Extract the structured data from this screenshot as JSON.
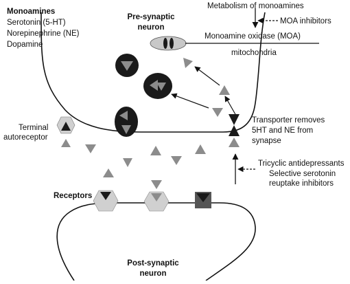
{
  "labels": {
    "monoamines_title": "Monoamines",
    "serotonin": "Serotonin (5-HT)",
    "norepinephrine": "Norepinephrine (NE)",
    "dopamine": "Dopamine",
    "presynaptic_line1": "Pre-synaptic",
    "presynaptic_line2": "neuron",
    "metabolism": "Metabolism of monoamines",
    "moa_inhibitors": "MOA inhibitors",
    "monoamine_oxidase": "Monoamine oxidase (MOA)",
    "mitochondria": "mitochondria",
    "terminal_line1": "Terminal",
    "terminal_line2": "autoreceptor",
    "transporter_line1": "Transporter removes",
    "transporter_line2": "5HT and NE from",
    "transporter_line3": "synapse",
    "tricyclic": "Tricyclic antidepressants",
    "ssri_line1": "Selective serotonin",
    "ssri_line2": "reuptake inhibitors",
    "receptors": "Receptors",
    "postsynaptic_line1": "Post-synaptic",
    "postsynaptic_line2": "neuron"
  },
  "colors": {
    "ink": "#111111",
    "triangle_gray": "#8c8c8c",
    "vesicle_black": "#1a1a1a",
    "receptor_light": "#d0d0d0",
    "receptor_dark": "#555555",
    "mitochondrion_fill": "#c8c8c8"
  }
}
